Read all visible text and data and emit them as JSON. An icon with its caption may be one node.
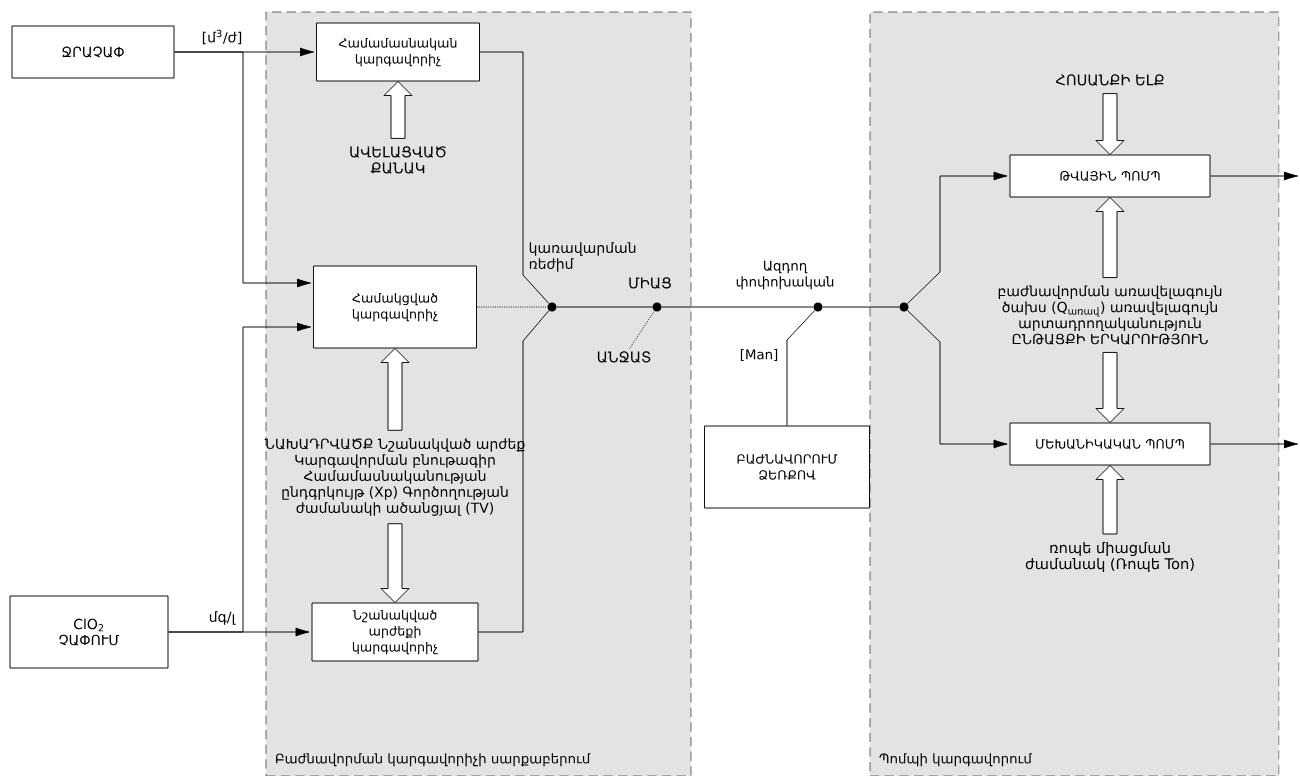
{
  "diagram": {
    "nodes": [
      {
        "text": [
          "ՋՐԱՉԱՓ"
        ]
      },
      {
        "text": [
          "ClO$_{2}$ ՉԱՓՈՒՄ"
        ]
      },
      {
        "text": [
          "Բաժնավորման կարգավորիչի սարքաբերում"
        ]
      },
      {
        "text": [
          "Համամասնական կարգավորիչ"
        ],
        "in": 2
      },
      {
        "text": [
          "ԱՎԵԼԱՑՎԱԾ ՔԱՆԱԿ"
        ],
        "in": 2
      },
      {
        "text": [
          "Համակցված կարգավորիչ"
        ],
        "in": 2
      },
      {
        "text": [
          "ՆԱԽԱԴՐՎԱԾՔ Նշանակված արժեք Կարգավորման բնութագիր Համամասնականության ընդգրկույթ (Xp) Գործողության ժամանակի ածանցյալ (TV)"
        ],
        "in": 2
      },
      {
        "text": [
          "Նշանակված արժեքի կարգավորիչ"
        ],
        "in": 2
      },
      {
        "text": [],
        "shape": "circle",
        "in": 2
      },
      {
        "text": [],
        "shape": "circle",
        "in": 2
      },
      {
        "text": [
          "ԱՆՋԱՏ"
        ],
        "in": 2
      },
      {
        "text": [],
        "shape": "circle"
      },
      {
        "text": [
          "ԲԱԺՆԱՎՈՐՈՒՄ ՁԵՌՔՈՎ"
        ]
      },
      {
        "text": [
          "Պոմպի կարգավորում"
        ]
      },
      {
        "text": [],
        "shape": "circle",
        "in": 13
      },
      {
        "text": [
          "ՀՈՍԱՆՔԻ ԵԼՔ"
        ],
        "in": 13
      },
      {
        "text": [
          "ԹՎԱՅԻՆ ՊՈՄՊ"
        ],
        "in": 13
      },
      {
        "text": [
          "բաժնավորման առավելագույն ծախս (Q$_{առավ}$) առավելագույն արտադրողականություն ԸՆԹԱՑՔԻ ԵՐԿԱՐՈՒԹՅՈՒՆ"
        ],
        "in": 13
      },
      {
        "text": [
          "ՄԵԽԱՆԻԿԱԿԱՆ ՊՈՄՊ"
        ],
        "in": 13
      },
      {
        "text": [
          "ռոպե միացման ժամանակ (Ռոպե  Ton)"
        ],
        "in": 13
      }
    ],
    "edges": [
      {
        "from": 0,
        "to": 3,
        "arrow": "to",
        "label": "[մ$^{3}$/ժ]"
      },
      {
        "from": 0,
        "to": 5,
        "arrow": "to"
      },
      {
        "from": 1,
        "to": 7,
        "arrow": "to",
        "label": "մգ/լ"
      },
      {
        "from": 1,
        "to": 5,
        "arrow": "to"
      },
      {
        "from": 4,
        "to": 3,
        "arrow": "to",
        "style": "thick"
      },
      {
        "from": 6,
        "to": 5,
        "arrow": "to",
        "style": "thick"
      },
      {
        "from": 6,
        "to": 7,
        "arrow": "to",
        "style": "thick"
      },
      {
        "from": 3,
        "to": 8,
        "arrow": "none"
      },
      {
        "from": 5,
        "to": 8,
        "arrow": "none",
        "style": "dashed"
      },
      {
        "from": 7,
        "to": 8,
        "arrow": "none"
      },
      {
        "from": 8,
        "to": 9,
        "arrow": "none"
      },
      {
        "from": 10,
        "to": 9,
        "arrow": "none",
        "style": "dashed"
      },
      {
        "from": 9,
        "to": 11,
        "arrow": "none"
      },
      {
        "from": 12,
        "to": 11,
        "arrow": "none"
      },
      {
        "from": 11,
        "to": 14,
        "arrow": "none"
      },
      {
        "from": 14,
        "to": 16,
        "arrow": "to"
      },
      {
        "from": 14,
        "to": 18,
        "arrow": "to"
      },
      {
        "from": 15,
        "to": 16,
        "arrow": "to",
        "style": "thick"
      },
      {
        "from": 17,
        "to": 16,
        "arrow": "to",
        "style": "thick"
      },
      {
        "from": 17,
        "to": 18,
        "arrow": "to",
        "style": "thick"
      },
      {
        "from": 19,
        "to": 18,
        "arrow": "to",
        "style": "thick"
      },
      {
        "from": 16,
        "to": null,
        "arrow": "to"
      },
      {
        "from": 18,
        "to": null,
        "arrow": "to"
      }
    ],
    "labels": [
      "կառավարման ռեժիմ",
      "ՄԻԱՑ",
      "Ազդող փոփոխական",
      "[Man]"
    ]
  }
}
